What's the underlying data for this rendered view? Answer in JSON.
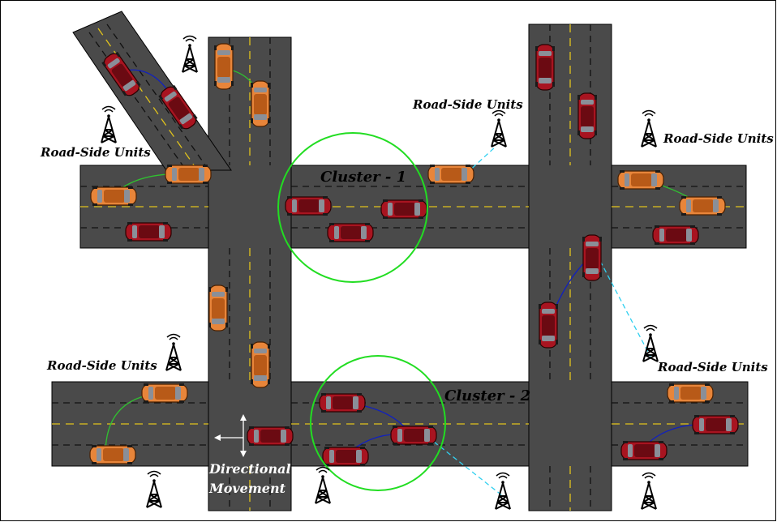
{
  "labels": {
    "rsu": "Road-Side Units",
    "cluster1": "Cluster - 1",
    "cluster2": "Cluster - 2",
    "movement_line1": "Directional",
    "movement_line2": "Movement"
  },
  "colors": {
    "road": "#4a4a4a",
    "lane_dash": "#111111",
    "center_line": "#e0c21c",
    "red_car": "#a81420",
    "orange_car": "#e8853a",
    "cluster_circle": "#22dd22",
    "v2v_blue": "#1020c0",
    "v2v_green": "#30c030",
    "v2i_cyan": "#30d0f0"
  },
  "icons": [
    "rsu-tower-icon",
    "car-icon",
    "directional-arrows-icon"
  ]
}
